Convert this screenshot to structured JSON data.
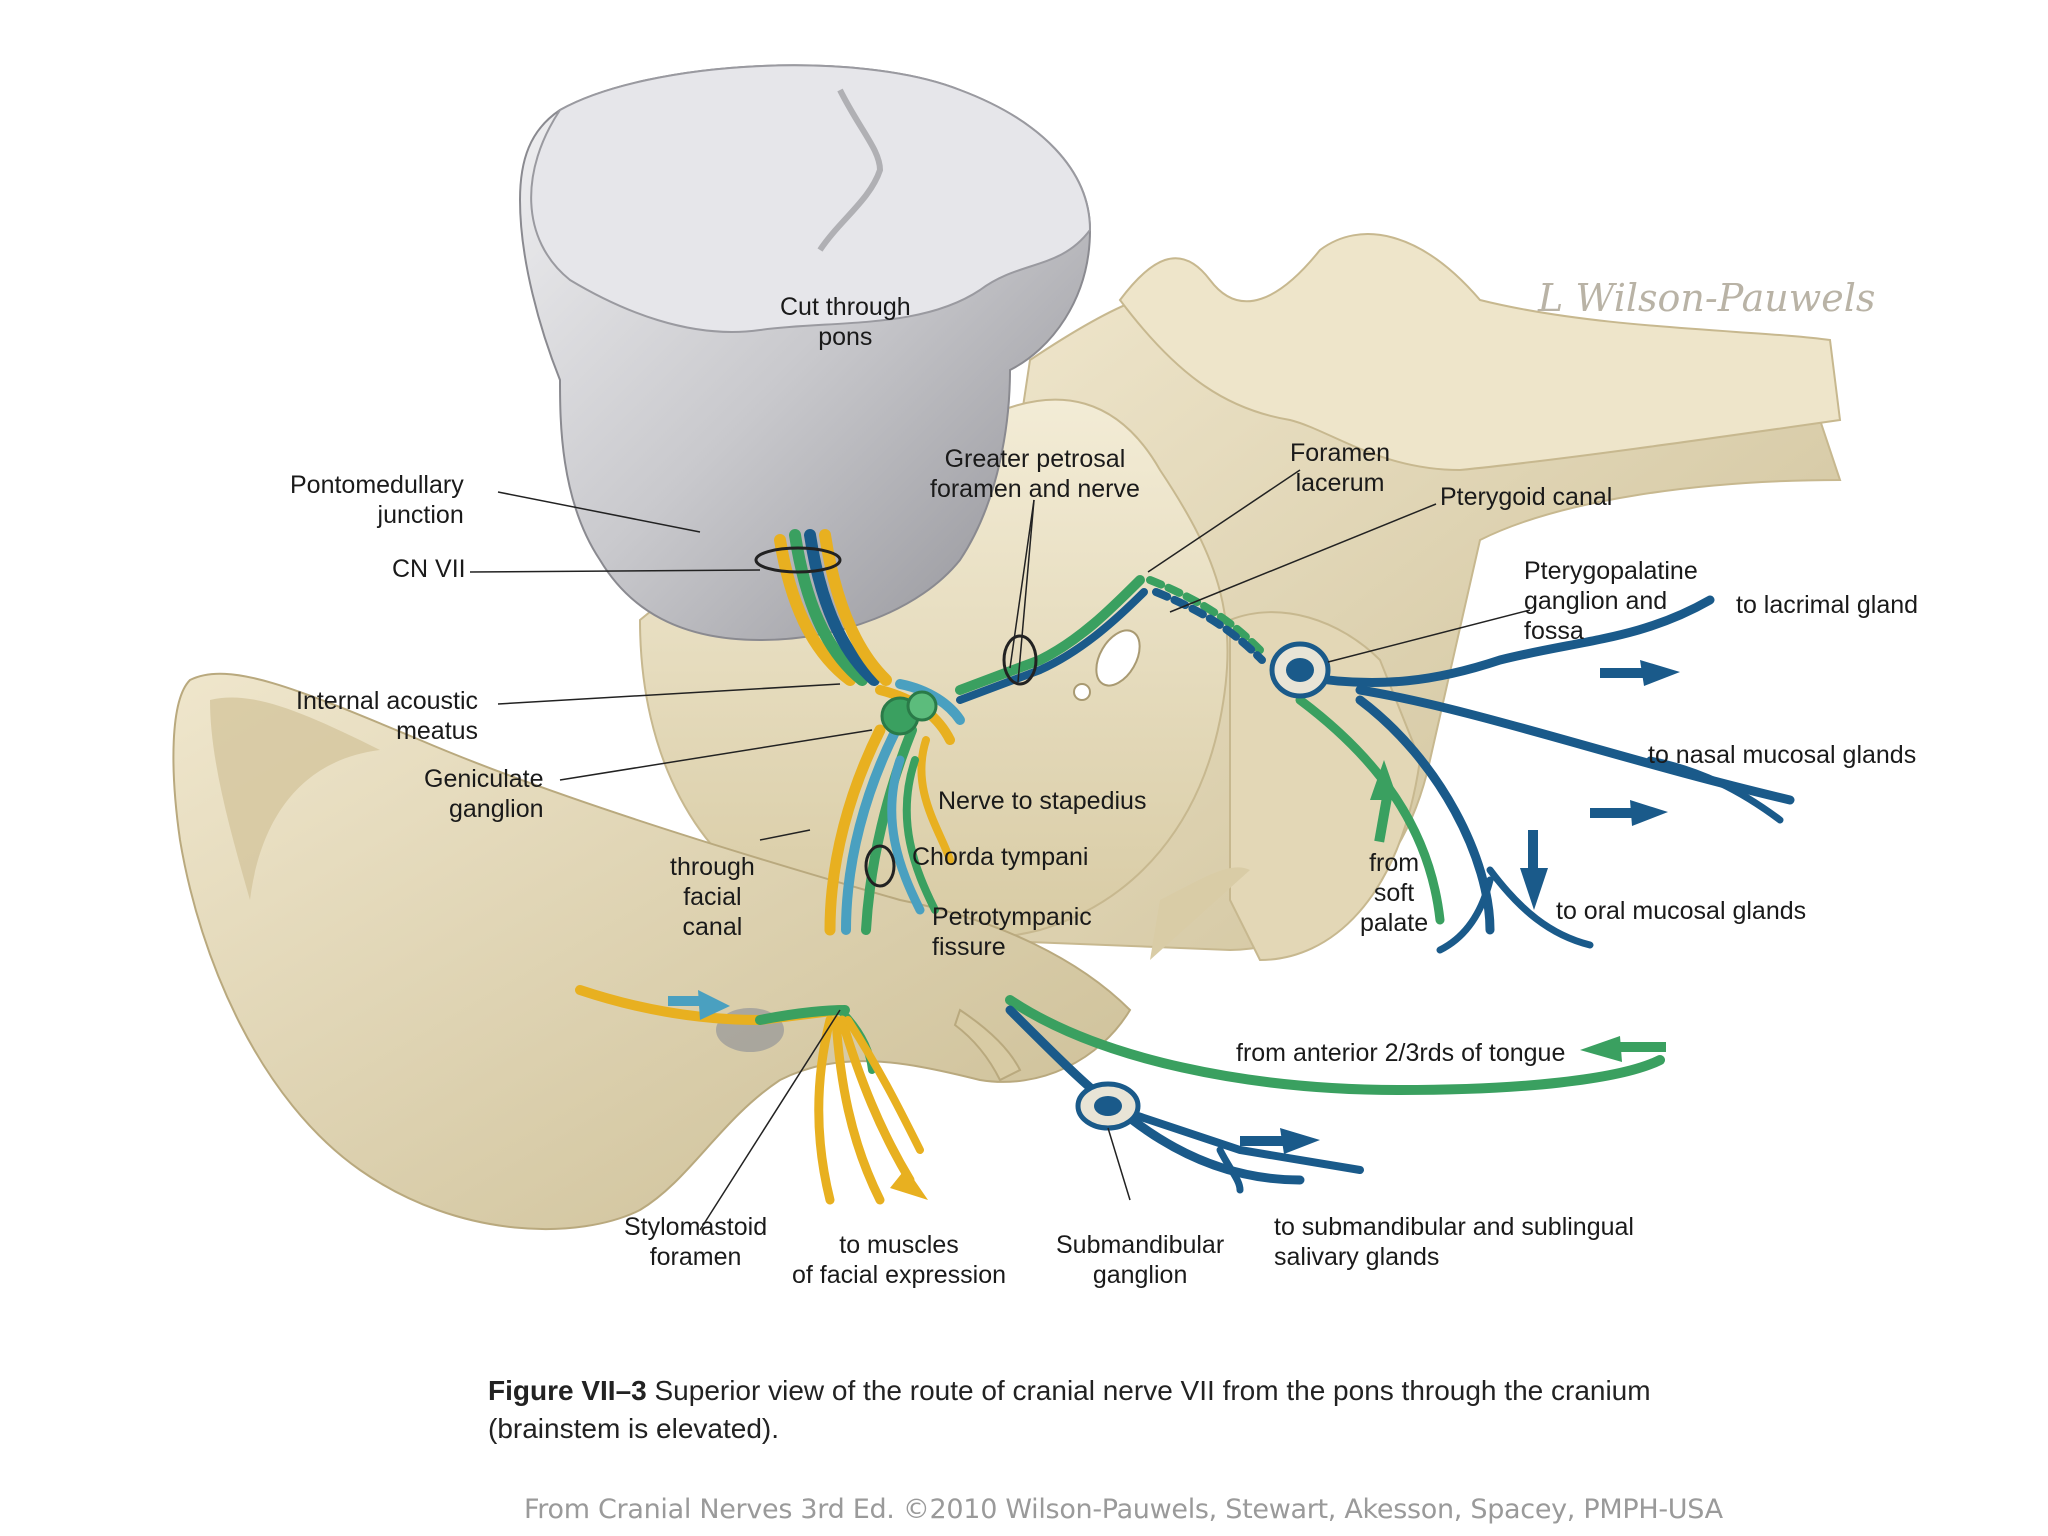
{
  "labels": {
    "cut_pons": [
      "Cut through",
      "pons"
    ],
    "pontomedullary": [
      "Pontomedullary",
      "junction"
    ],
    "cn7": [
      "CN VII"
    ],
    "greater_petrosal": [
      "Greater petrosal",
      "foramen and nerve"
    ],
    "foramen_lacerum": [
      "Foramen",
      "lacerum"
    ],
    "pterygoid_canal": [
      "Pterygoid canal"
    ],
    "pterygopalatine": [
      "Pterygopalatine",
      "ganglion and",
      "fossa"
    ],
    "to_lacrimal": [
      "to lacrimal gland"
    ],
    "internal_acoustic": [
      "Internal acoustic",
      "meatus"
    ],
    "geniculate": [
      "Geniculate",
      "ganglion"
    ],
    "nerve_stapedius": [
      "Nerve to stapedius"
    ],
    "chorda_tympani": [
      "Chorda tympani"
    ],
    "through_facial": [
      "through",
      "facial",
      "canal"
    ],
    "petrotympanic": [
      "Petrotympanic",
      "fissure"
    ],
    "nasal_mucosal": [
      "to nasal mucosal glands"
    ],
    "from_soft_palate": [
      "from",
      "soft",
      "palate"
    ],
    "oral_mucosal": [
      "to oral mucosal glands"
    ],
    "anterior_tongue": [
      "from anterior 2/3rds of tongue"
    ],
    "stylomastoid": [
      "Stylomastoid",
      "foramen"
    ],
    "muscles_facial": [
      "to muscles",
      "of facial expression"
    ],
    "submandibular_ganglion": [
      "Submandibular",
      "ganglion"
    ],
    "submandibular_glands": [
      "to submandibular and sublingual",
      "salivary glands"
    ]
  },
  "caption": {
    "figure_label": "Figure VII–3",
    "text": " Superior view of the route of cranial nerve VII from the pons through the cranium",
    "text2": "(brainstem is elevated)."
  },
  "credit": "From Cranial Nerves 3rd Ed. ©2010 Wilson-Pauwels, Stewart, Akesson, Spacey, PMPH-USA",
  "signature": "L Wilson-Pauwels",
  "colors": {
    "bone": "#e6dcc0",
    "bone_shadow": "#c9bb95",
    "pons": "#c8c8cc",
    "motor": "#e8b020",
    "parasympathetic": "#1a5a8a",
    "taste": "#3aa060",
    "sensory": "#4aa0c0"
  }
}
